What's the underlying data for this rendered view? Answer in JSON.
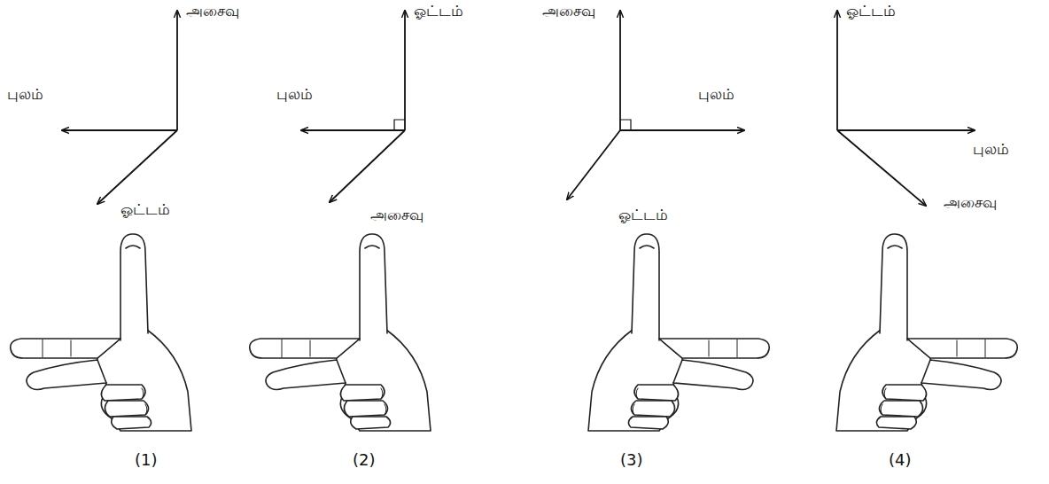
{
  "diagram": {
    "labels": [
      "அசைவு",
      "புலம்",
      "ஓட்டம்",
      "ஓட்டம்",
      "புலம்",
      "அசைவு",
      "அசைவு",
      "புலம்",
      "ஓட்டம்",
      "ஓட்டம்",
      "புலம்",
      "அசைவு",
      "(1)",
      "(2)",
      "(3)",
      "(4)"
    ]
  }
}
